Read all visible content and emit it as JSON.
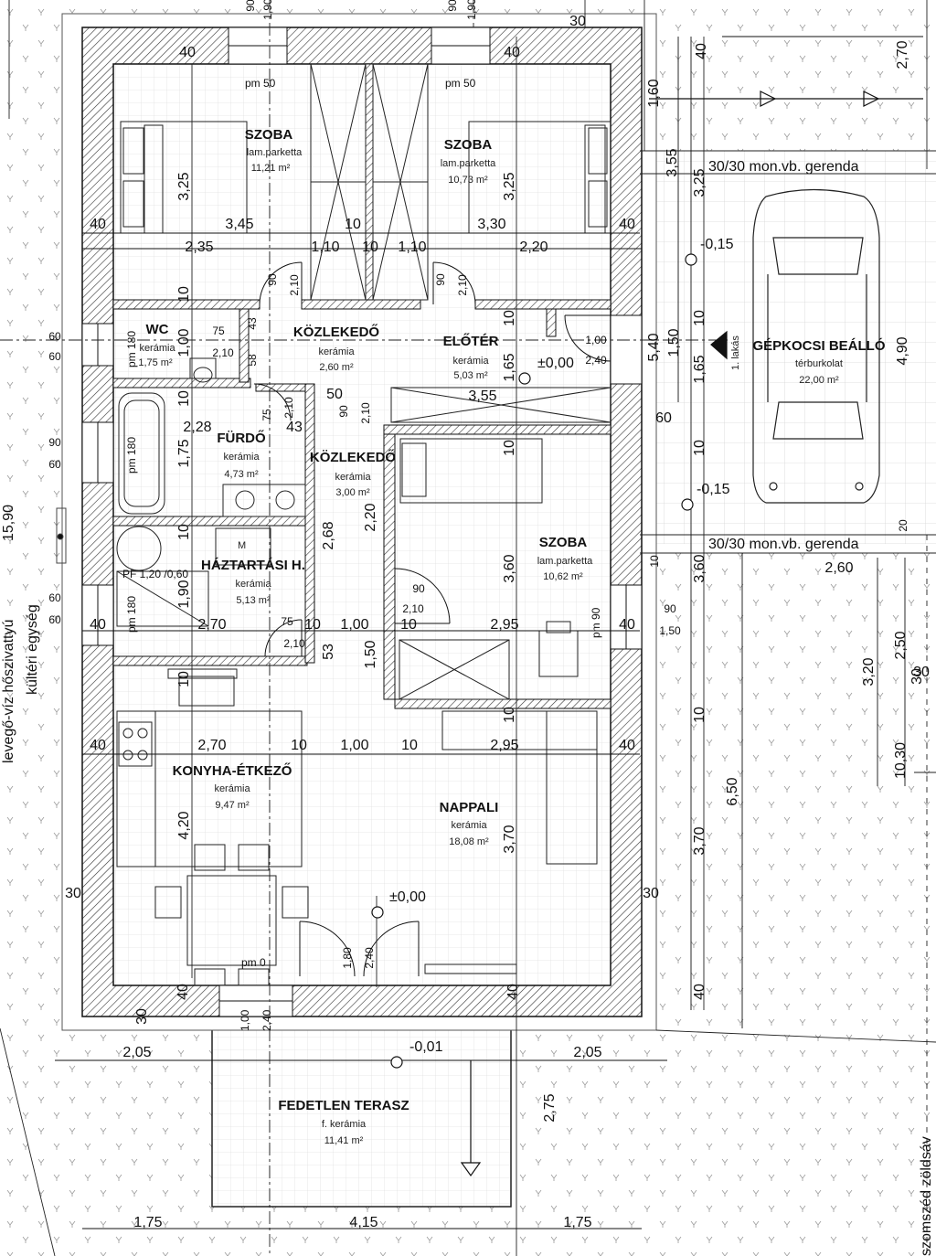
{
  "rooms": {
    "szoba1": {
      "name": "SZOBA",
      "floor": "lam.parketta",
      "area": "11,21 m²"
    },
    "szoba2": {
      "name": "SZOBA",
      "floor": "lam.parketta",
      "area": "10,73 m²"
    },
    "wc": {
      "name": "WC",
      "floor": "kerámia",
      "area": "1,75 m²"
    },
    "kozl1": {
      "name": "KÖZLEKEDŐ",
      "floor": "kerámia",
      "area": "2,60 m²"
    },
    "eloter": {
      "name": "ELŐTÉR",
      "floor": "kerámia",
      "area": "5,03 m²"
    },
    "furdo": {
      "name": "FÜRDŐ",
      "floor": "kerámia",
      "area": "4,73 m²"
    },
    "kozl2": {
      "name": "KÖZLEKEDŐ",
      "floor": "kerámia",
      "area": "3,00 m²"
    },
    "haztart": {
      "name": "HÁZTARTÁSI H.",
      "floor": "kerámia",
      "area": "5,13 m²"
    },
    "szoba3": {
      "name": "SZOBA",
      "floor": "lam.parketta",
      "area": "10,62 m²"
    },
    "konyha": {
      "name": "KONYHA-ÉTKEZŐ",
      "floor": "kerámia",
      "area": "9,47 m²"
    },
    "nappali": {
      "name": "NAPPALI",
      "floor": "kerámia",
      "area": "18,08 m²"
    },
    "gepkocsi": {
      "name": "GÉPKOCSI BEÁLLÓ",
      "floor": "térburkolat",
      "area": "22,00 m²"
    },
    "terasz": {
      "name": "FEDETLEN TERASZ",
      "floor": "f. kerámia",
      "area": "11,41 m²"
    }
  },
  "labels": {
    "pm50a": "pm 50",
    "pm50b": "pm 50",
    "pm0": "pm 0",
    "pm180a": "pm 180",
    "pm180b": "pm 180",
    "pm180c": "pm 180",
    "pm90": "pm 90",
    "pf": "PF 1,20 /0,60",
    "level0": "±0,00",
    "level0b": "±0,00",
    "level_terr": "-0,01",
    "level_m015a": "-0,15",
    "level_m015b": "-0,15",
    "beam1": "30/30 mon.vb. gerenda",
    "beam2": "30/30 mon.vb. gerenda",
    "lakas": "1. lakás",
    "heatpump1": "levegő-víz hőszivattyú",
    "heatpump2": "kültéri egység",
    "zold": "szomszéd zöldsáv",
    "m": "M",
    "d240": "2,40",
    "d100": "1,00"
  },
  "dims": {
    "top_190a": "1,90",
    "top_90a": "90",
    "top_190b": "1,90",
    "top_90b": "90",
    "top_30": "30",
    "top_40": "40",
    "top_270": "2,70",
    "r_160": "1,60",
    "r_355": "3,55",
    "r_325": "3,25",
    "r_540": "5,40",
    "r_150": "1,50",
    "r_165": "1,65",
    "r_60": "60",
    "r_10a": "10",
    "r_10b": "10",
    "r_490": "4,90",
    "r_360": "3,60",
    "r_650": "6,50",
    "r_370": "3,70",
    "r_40b": "40",
    "r_320": "3,20",
    "r_250": "2,50",
    "r_260": "2,60",
    "r_30": "30",
    "r_1030": "10,30",
    "r_20": "20",
    "r_10c": "10",
    "r_90": "90",
    "r_150b": "1,50",
    "b_205a": "2,05",
    "b_205b": "2,05",
    "b_175a": "1,75",
    "b_415": "4,15",
    "b_175b": "1,75",
    "b_275": "2,75",
    "l_1590": "15,90",
    "l_60a": "60",
    "l_60b": "60",
    "l_90": "90",
    "l_60c": "60",
    "l_60d": "60",
    "l_60e": "60",
    "l_30": "30",
    "l_30b": "30",
    "row1_40": "40",
    "row1_345": "3,45",
    "row1_10": "10",
    "row1_330": "3,30",
    "row1_40b": "40",
    "row2_235": "2,35",
    "row2_110a": "1,10",
    "row2_10": "10",
    "row2_110b": "1,10",
    "row2_220": "2,20",
    "r_d325a": "3,25",
    "r_d325b": "3,25",
    "row3_228": "2,28",
    "row3_43": "43",
    "row3_50": "50",
    "row3_355": "3,55",
    "row4_40": "40",
    "row4_270": "2,70",
    "row4_10a": "10",
    "row4_100": "1,00",
    "row4_10b": "10",
    "row4_295": "2,95",
    "row4_40b": "40",
    "row5_40": "40",
    "row5_270": "2,70",
    "row5_10a": "10",
    "row5_100": "1,00",
    "row5_10b": "10",
    "row5_295": "2,95",
    "row5_40b": "40",
    "v_100": "1,00",
    "v_175": "1,75",
    "v_190": "1,90",
    "v_10a": "10",
    "v_10b": "10",
    "v_10c": "10",
    "v_10d": "10",
    "v_420": "4,20",
    "v_268": "2,68",
    "v_220": "2,20",
    "v_150": "1,50",
    "v_53": "53",
    "v_165": "1,65",
    "v_360": "3,60",
    "v_370": "3,70",
    "v_10e": "10",
    "v_10f": "10",
    "v_10g": "10",
    "dr_75a": "75",
    "dr_210a": "2,10",
    "dr_43": "43",
    "dr_58": "58",
    "dr_90a": "90",
    "dr_210b": "2,10",
    "dr_90b": "90",
    "dr_210c": "2,10",
    "dr_210d": "2,10",
    "dr_75b": "75",
    "dr_90c": "90",
    "dr_210e": "2,10",
    "dr_75c": "75",
    "dr_210f": "2,10",
    "dr_90d": "90",
    "dr_210g": "2,10",
    "dr_100": "1,00",
    "dr_240": "2,40",
    "dr_180": "1,80",
    "dr_240b": "2,40",
    "dr_40c": "40",
    "dr_30c": "30",
    "dr_30d": "30"
  }
}
